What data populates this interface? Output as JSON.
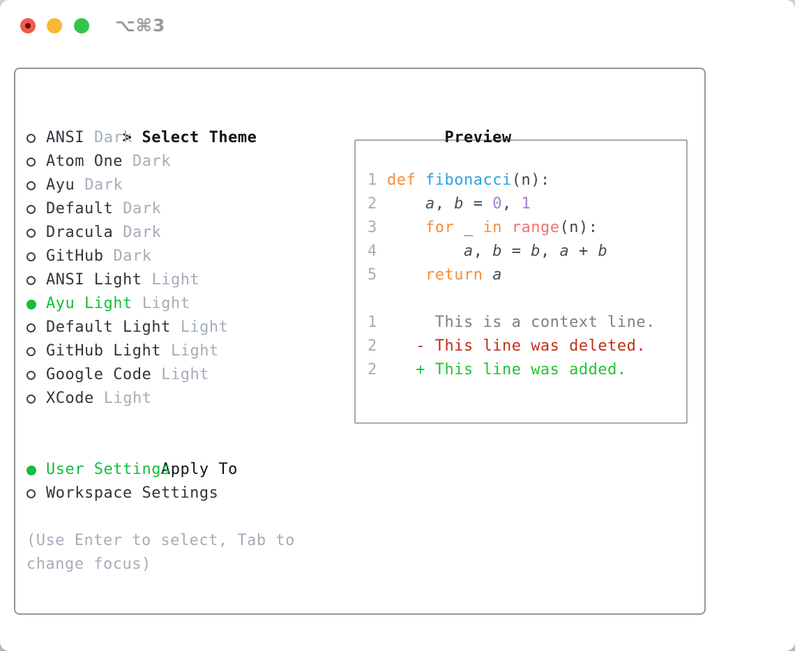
{
  "window": {
    "title": "⌥⌘3"
  },
  "theme_panel": {
    "prompt": ">",
    "header": "Select Theme",
    "themes": [
      {
        "name": "ANSI",
        "variant": "Dark",
        "selected": false
      },
      {
        "name": "Atom One",
        "variant": "Dark",
        "selected": false
      },
      {
        "name": "Ayu",
        "variant": "Dark",
        "selected": false
      },
      {
        "name": "Default",
        "variant": "Dark",
        "selected": false
      },
      {
        "name": "Dracula",
        "variant": "Dark",
        "selected": false
      },
      {
        "name": "GitHub",
        "variant": "Dark",
        "selected": false
      },
      {
        "name": "ANSI Light",
        "variant": "Light",
        "selected": false
      },
      {
        "name": "Ayu Light",
        "variant": "Light",
        "selected": true
      },
      {
        "name": "Default Light",
        "variant": "Light",
        "selected": false
      },
      {
        "name": "GitHub Light",
        "variant": "Light",
        "selected": false
      },
      {
        "name": "Google Code",
        "variant": "Light",
        "selected": false
      },
      {
        "name": "XCode",
        "variant": "Light",
        "selected": false
      }
    ],
    "apply_to": {
      "header": "Apply To",
      "options": [
        {
          "label": "User Settings",
          "selected": true
        },
        {
          "label": "Workspace Settings",
          "selected": false
        }
      ]
    },
    "hint": "(Use Enter to select, Tab to change focus)"
  },
  "preview": {
    "header": "Preview",
    "lines": [
      {
        "num": "",
        "segments": []
      },
      {
        "num": "1",
        "segments": [
          {
            "text": "def",
            "type": "keyword"
          },
          {
            "text": " ",
            "type": "plain"
          },
          {
            "text": "fibonacci",
            "type": "function"
          },
          {
            "text": "(n):",
            "type": "plain"
          }
        ]
      },
      {
        "num": "2",
        "segments": [
          {
            "text": "    ",
            "type": "plain"
          },
          {
            "text": "a",
            "type": "variable"
          },
          {
            "text": ", ",
            "type": "plain"
          },
          {
            "text": "b",
            "type": "variable"
          },
          {
            "text": " = ",
            "type": "plain"
          },
          {
            "text": "0",
            "type": "number"
          },
          {
            "text": ", ",
            "type": "plain"
          },
          {
            "text": "1",
            "type": "number"
          }
        ]
      },
      {
        "num": "3",
        "segments": [
          {
            "text": "    ",
            "type": "plain"
          },
          {
            "text": "for",
            "type": "keyword"
          },
          {
            "text": " _ ",
            "type": "plain"
          },
          {
            "text": "in",
            "type": "keyword"
          },
          {
            "text": " ",
            "type": "plain"
          },
          {
            "text": "range",
            "type": "builtin"
          },
          {
            "text": "(n):",
            "type": "plain"
          }
        ]
      },
      {
        "num": "4",
        "segments": [
          {
            "text": "        ",
            "type": "plain"
          },
          {
            "text": "a",
            "type": "variable"
          },
          {
            "text": ", ",
            "type": "plain"
          },
          {
            "text": "b",
            "type": "variable"
          },
          {
            "text": " = ",
            "type": "plain"
          },
          {
            "text": "b",
            "type": "variable"
          },
          {
            "text": ", ",
            "type": "plain"
          },
          {
            "text": "a",
            "type": "variable"
          },
          {
            "text": " + ",
            "type": "plain"
          },
          {
            "text": "b",
            "type": "variable"
          }
        ]
      },
      {
        "num": "5",
        "segments": [
          {
            "text": "    ",
            "type": "plain"
          },
          {
            "text": "return",
            "type": "keyword"
          },
          {
            "text": " ",
            "type": "plain"
          },
          {
            "text": "a",
            "type": "variable"
          }
        ]
      },
      {
        "num": "",
        "segments": []
      },
      {
        "num": "1",
        "segments": [
          {
            "text": "     This is a context line.",
            "type": "context"
          }
        ]
      },
      {
        "num": "2",
        "segments": [
          {
            "text": "   ",
            "type": "plain"
          },
          {
            "text": "- This line was deleted.",
            "type": "deleted"
          }
        ]
      },
      {
        "num": "2",
        "segments": [
          {
            "text": "   ",
            "type": "plain"
          },
          {
            "text": "+ This line was added.",
            "type": "added"
          }
        ]
      }
    ]
  },
  "colors": {
    "selected_green": "#12BE3A",
    "keyword_orange": "#FA8C36",
    "function_blue": "#29A2E8",
    "builtin_coral": "#F4726B",
    "number_purple": "#A87ED4",
    "added_green": "#1AC72E",
    "deleted_red": "#C22E18",
    "muted_gray": "#A5ADBA",
    "context_gray": "#7A828A",
    "code_dark": "#3E4550",
    "traffic_red": "#F05B51",
    "traffic_red_dot": "#6E0C04",
    "traffic_yellow": "#F9B832",
    "traffic_green": "#30C54A"
  }
}
